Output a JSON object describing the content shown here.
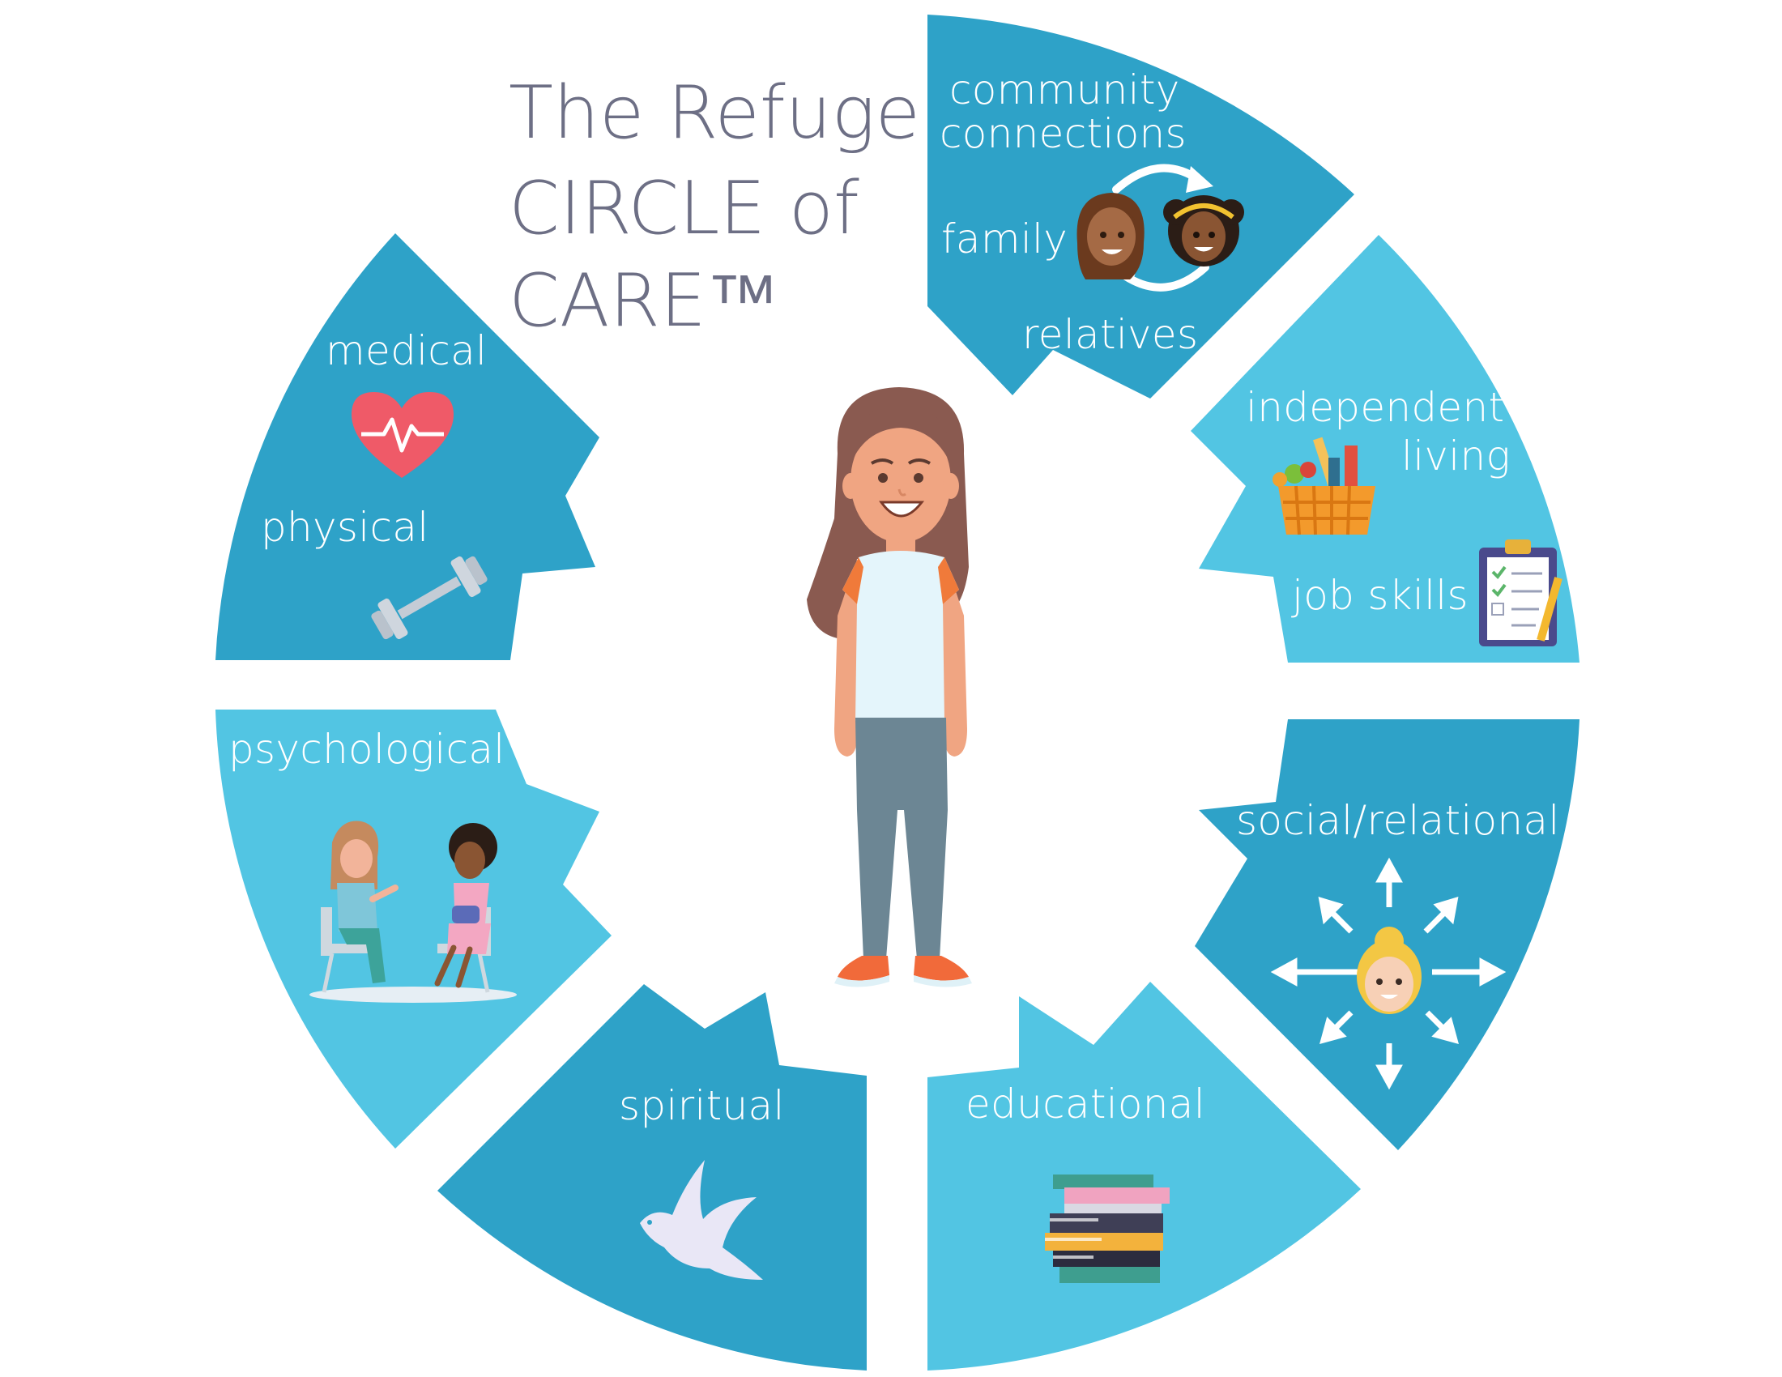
{
  "title": {
    "line1": "The Refuge",
    "line2": "CIRCLE of",
    "line3": "CARE™"
  },
  "colors": {
    "dark_blue": "#2ea2c8",
    "light_blue": "#52c5e3",
    "title_gray": "#6d6f85",
    "white": "#ffffff"
  },
  "segments": {
    "community": {
      "line1": "community",
      "line2": "connections",
      "family": "family",
      "relatives": "relatives",
      "icons": [
        "woman-face-icon",
        "girl-face-icon",
        "cycle-arrows-icon"
      ]
    },
    "independent": {
      "line1": "independent",
      "line2": "living",
      "job": "job skills",
      "icons": [
        "grocery-basket-icon",
        "clipboard-checklist-icon"
      ]
    },
    "social": {
      "label": "social/relational",
      "icons": [
        "blonde-face-icon",
        "outward-arrows-icon"
      ]
    },
    "educational": {
      "label": "educational",
      "icons": [
        "book-stack-icon"
      ]
    },
    "spiritual": {
      "label": "spiritual",
      "icons": [
        "dove-icon"
      ]
    },
    "psychological": {
      "label": "psychological",
      "icons": [
        "counseling-session-icon"
      ]
    },
    "medical": {
      "label": "medical",
      "physical": "physical",
      "icons": [
        "heart-pulse-icon",
        "dumbbell-icon"
      ]
    }
  },
  "center_figure": "girl-figure-icon"
}
